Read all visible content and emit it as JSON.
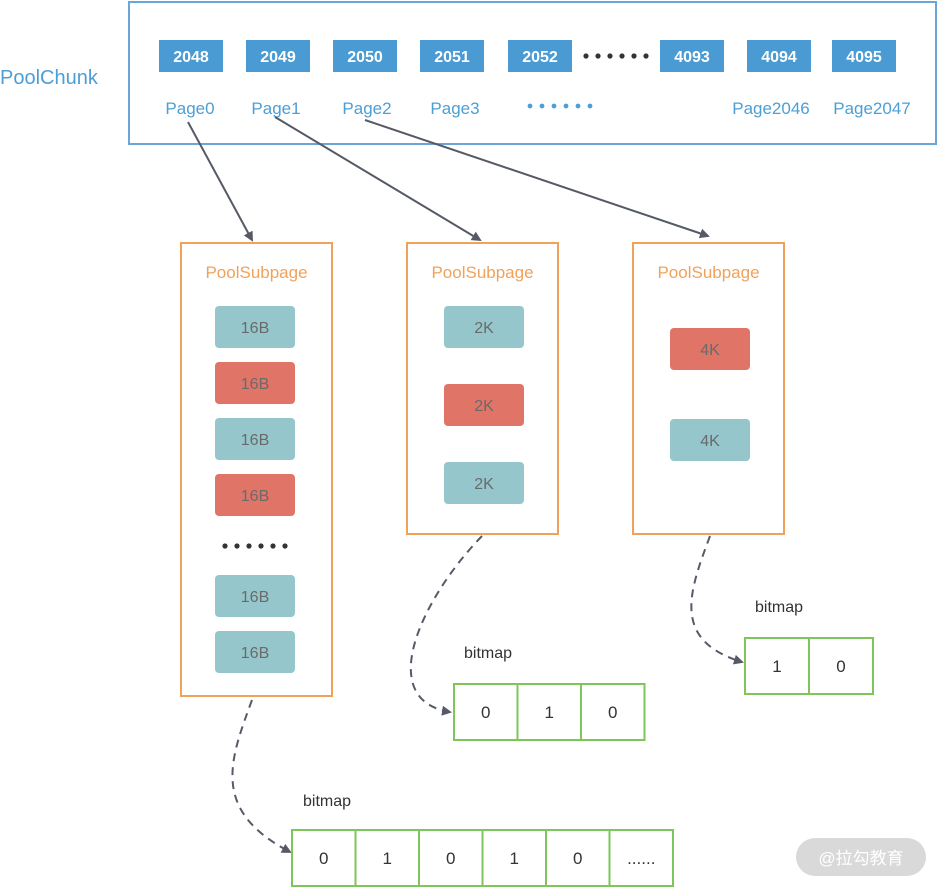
{
  "colors": {
    "chunk_border": "#6aa6d8",
    "page_node": "#4a9bd3",
    "page_text": "#4c9fd6",
    "subpage_border": "#f0a25a",
    "free_block": "#94c6cc",
    "used_block": "#e07466",
    "bitmap_border": "#7ec65a",
    "arrow": "#555a66"
  },
  "chunk": {
    "title": "PoolChunk",
    "nodes": [
      "2048",
      "2049",
      "2050",
      "2051",
      "2052",
      "4093",
      "4094",
      "4095"
    ],
    "node_ellipsis": "••••••",
    "pages": [
      "Page0",
      "Page1",
      "Page2",
      "Page3",
      "Page2046",
      "Page2047"
    ],
    "page_ellipsis": "••••••"
  },
  "subpages": [
    {
      "title": "PoolSubpage",
      "blocks": [
        {
          "label": "16B",
          "state": "free"
        },
        {
          "label": "16B",
          "state": "used"
        },
        {
          "label": "16B",
          "state": "free"
        },
        {
          "label": "16B",
          "state": "used"
        },
        {
          "label": "16B",
          "state": "free"
        },
        {
          "label": "16B",
          "state": "free"
        }
      ],
      "ellipsis": "••••••"
    },
    {
      "title": "PoolSubpage",
      "blocks": [
        {
          "label": "2K",
          "state": "free"
        },
        {
          "label": "2K",
          "state": "used"
        },
        {
          "label": "2K",
          "state": "free"
        }
      ]
    },
    {
      "title": "PoolSubpage",
      "blocks": [
        {
          "label": "4K",
          "state": "used"
        },
        {
          "label": "4K",
          "state": "free"
        }
      ]
    }
  ],
  "bitmaps": [
    {
      "title": "bitmap",
      "bits": [
        "0",
        "1",
        "0",
        "1",
        "0",
        "......"
      ]
    },
    {
      "title": "bitmap",
      "bits": [
        "0",
        "1",
        "0"
      ]
    },
    {
      "title": "bitmap",
      "bits": [
        "1",
        "0"
      ]
    }
  ],
  "watermark": "@拉勾教育"
}
